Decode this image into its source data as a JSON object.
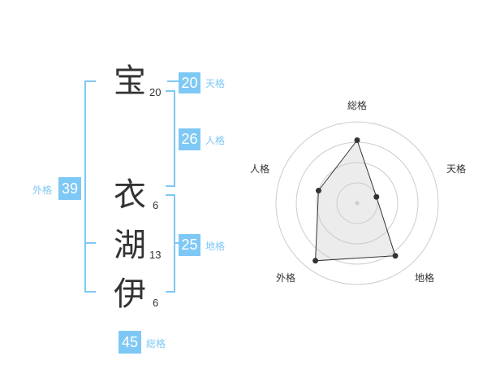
{
  "name": {
    "characters": [
      {
        "char": "宝",
        "strokes": "20"
      },
      {
        "char": "衣",
        "strokes": "6"
      },
      {
        "char": "湖",
        "strokes": "13"
      },
      {
        "char": "伊",
        "strokes": "6"
      }
    ]
  },
  "fortune": {
    "tenkaku": {
      "label": "天格",
      "value": "20"
    },
    "jinkaku": {
      "label": "人格",
      "value": "26"
    },
    "chikaku": {
      "label": "地格",
      "value": "25"
    },
    "gaikaku": {
      "label": "外格",
      "value": "39"
    },
    "soukaku": {
      "label": "総格",
      "value": "45"
    }
  },
  "colors": {
    "accent": "#7ec8f5",
    "text": "#333333",
    "grid": "#cccccc"
  },
  "chart_data": {
    "type": "radar",
    "axes": [
      "総格",
      "天格",
      "地格",
      "外格",
      "人格"
    ],
    "levels": 4,
    "values": [
      3.1,
      1.0,
      3.2,
      3.5,
      2.0
    ],
    "max": 4
  }
}
